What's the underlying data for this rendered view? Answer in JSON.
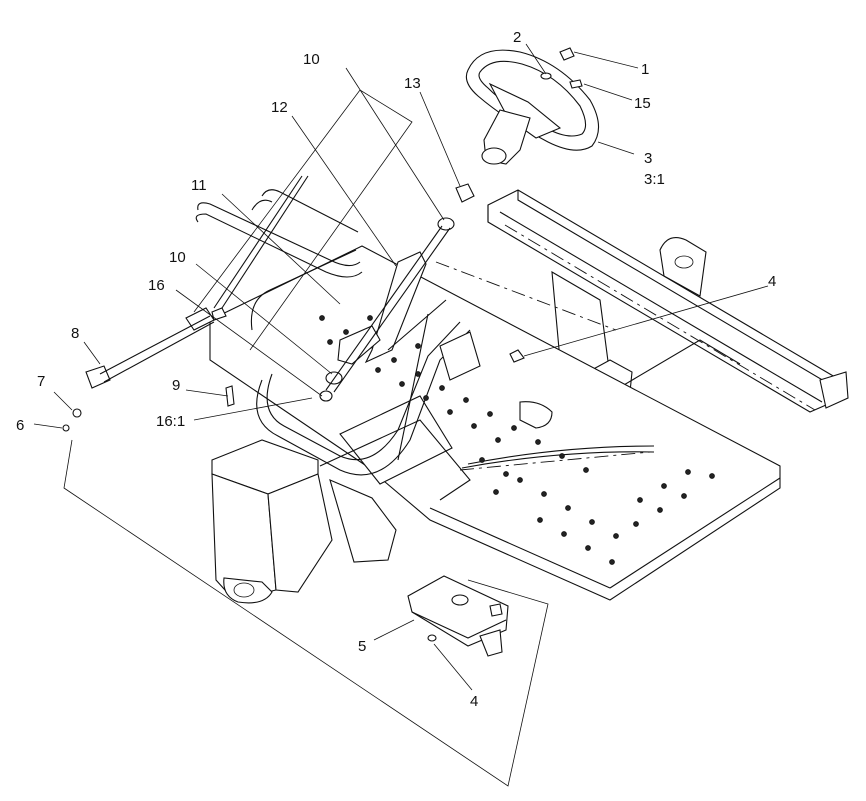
{
  "callouts": [
    {
      "text": "1"
    },
    {
      "text": "2"
    },
    {
      "text": "15"
    },
    {
      "text": "3"
    },
    {
      "text": "3:1"
    },
    {
      "text": "10"
    },
    {
      "text": "13"
    },
    {
      "text": "12"
    },
    {
      "text": "11"
    },
    {
      "text": "10"
    },
    {
      "text": "16"
    },
    {
      "text": "4"
    },
    {
      "text": "8"
    },
    {
      "text": "7"
    },
    {
      "text": "9"
    },
    {
      "text": "6"
    },
    {
      "text": "16:1"
    },
    {
      "text": "5"
    },
    {
      "text": "4"
    }
  ]
}
